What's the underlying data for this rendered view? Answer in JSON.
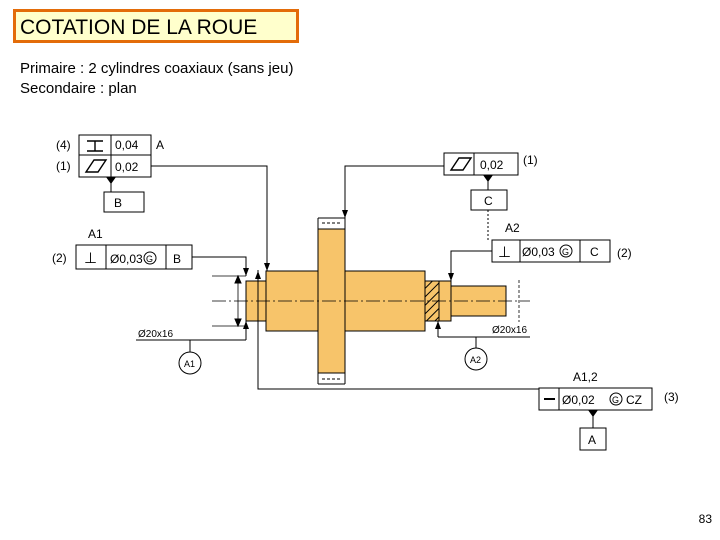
{
  "title": "COTATION DE LA ROUE",
  "description": {
    "line1": "Primaire : 2 cylindres coaxiaux  (sans jeu)",
    "line2": "Secondaire : plan"
  },
  "callouts": {
    "n4": "(4)",
    "n1_left": "(1)",
    "n2_left": "(2)",
    "n1_right": "(1)",
    "n2_right": "(2)",
    "n3": "(3)"
  },
  "tolerances": {
    "perp_left_value": "0,04",
    "perp_left_ref": "A",
    "flat_left_value": "0,02",
    "flat_right_value": "0,02",
    "perp_a1_value": "Ø0,03",
    "perp_a1_ref": "B",
    "perp_a2_value": "Ø0,03",
    "perp_a2_ref": "C",
    "straight_value": "Ø0,02",
    "straight_suffix": "CZ",
    "modifier": "G"
  },
  "datums": {
    "b": "B",
    "c": "C",
    "a": "A",
    "a1": "A1",
    "a2": "A2",
    "a12": "A1,2"
  },
  "dimensions": {
    "left_fit": "Ø20x16",
    "right_fit": "Ø20x16"
  },
  "symbols": {
    "perpendicularity": "⊥",
    "straightness": "–"
  },
  "colors": {
    "part": "#f7c46a",
    "title_border": "#e36c09",
    "title_fill": "#ffffcc"
  },
  "page_number": "83"
}
